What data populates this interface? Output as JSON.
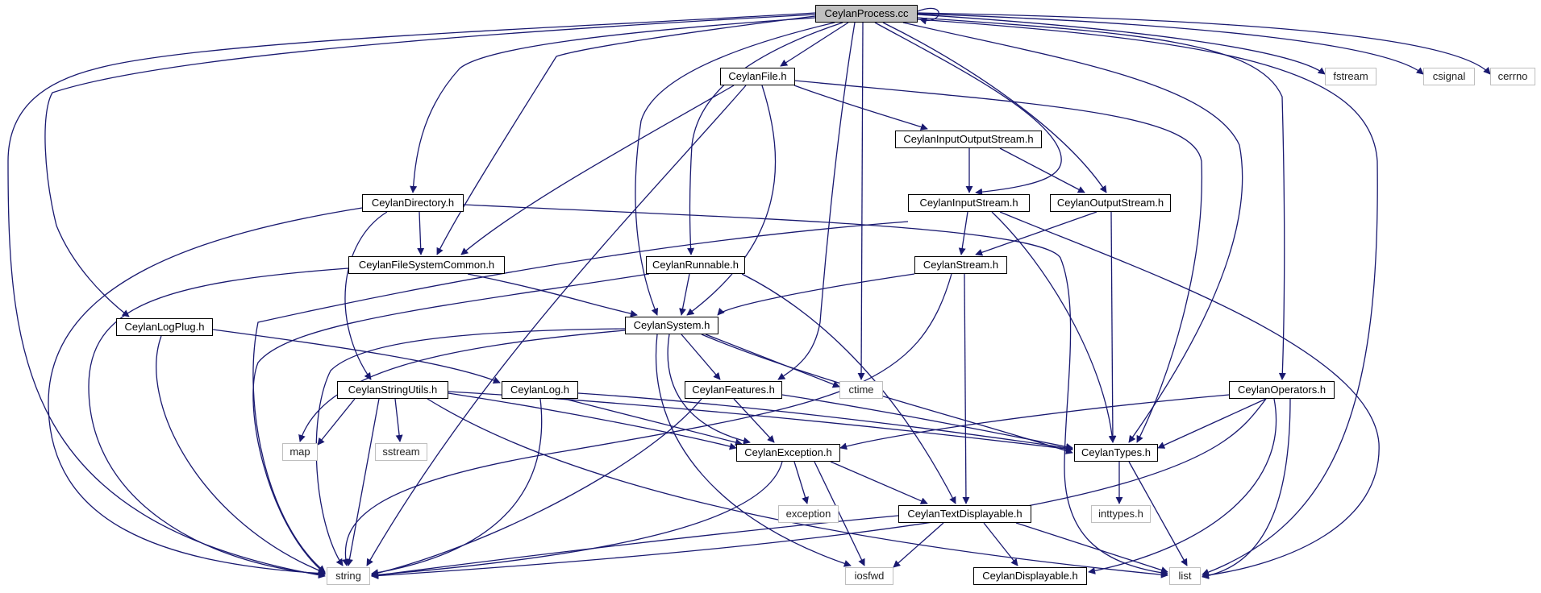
{
  "diagram": {
    "nodes": {
      "root": "CeylanProcess.cc",
      "file": "CeylanFile.h",
      "directory": "CeylanDirectory.h",
      "fscommon": "CeylanFileSystemCommon.h",
      "logplug": "CeylanLogPlug.h",
      "runnable": "CeylanRunnable.h",
      "system": "CeylanSystem.h",
      "ioutstream": "CeylanInputOutputStream.h",
      "instream": "CeylanInputStream.h",
      "outstream": "CeylanOutputStream.h",
      "stream": "CeylanStream.h",
      "stringutils": "CeylanStringUtils.h",
      "log": "CeylanLog.h",
      "features": "CeylanFeatures.h",
      "exception": "CeylanException.h",
      "types": "CeylanTypes.h",
      "operators": "CeylanOperators.h",
      "textdisp": "CeylanTextDisplayable.h",
      "displayable": "CeylanDisplayable.h",
      "fstream": "fstream",
      "csignal": "csignal",
      "cerrno": "cerrno",
      "ctime": "ctime",
      "map": "map",
      "sstream": "sstream",
      "exceptionstd": "exception",
      "inttypes": "inttypes.h",
      "string": "string",
      "iosfwd": "iosfwd",
      "list": "list"
    }
  }
}
